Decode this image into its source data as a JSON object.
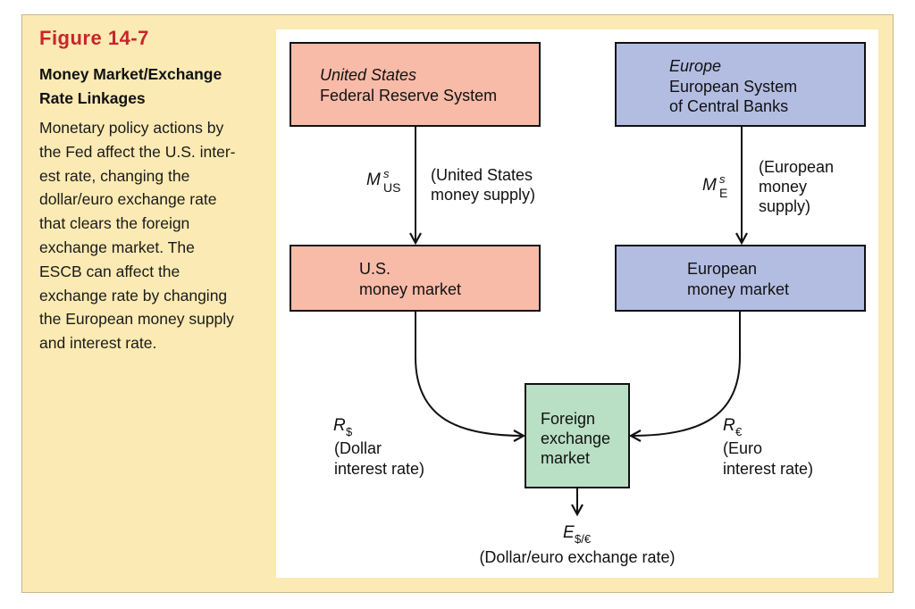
{
  "caption": {
    "figure_number": "Figure 14-7",
    "title_line1": "Money Market/Exchange",
    "title_line2": "Rate Linkages",
    "text_lines": [
      "Monetary policy actions by",
      "the Fed affect the U.S. inter-",
      "est rate, changing the",
      "dollar/euro exchange rate",
      "that clears the foreign",
      "exchange market. The",
      "ESCB can affect the",
      "exchange rate by changing",
      "the European money supply",
      "and interest rate."
    ]
  },
  "colors": {
    "frame_bg": "#fbeab3",
    "us_box": "#f8bba8",
    "europe_box": "#b3bde2",
    "fx_box": "#b9dfc4",
    "figure_red": "#c8252b"
  },
  "diagram": {
    "us_fed": {
      "region": "United States",
      "name": "Federal Reserve System"
    },
    "europe_escb": {
      "region": "Europe",
      "name_line1": "European System",
      "name_line2": "of Central Banks"
    },
    "us_supply": {
      "symbol": "M",
      "sup": "s",
      "sub": "US",
      "desc_line1": "(United States",
      "desc_line2": "money supply)"
    },
    "eu_supply": {
      "symbol": "M",
      "sup": "s",
      "sub": "E",
      "desc_line1": "(European",
      "desc_line2": "money",
      "desc_line3": "supply)"
    },
    "us_money_market": {
      "line1": "U.S.",
      "line2": "money market"
    },
    "eu_money_market": {
      "line1": "European",
      "line2": "money market"
    },
    "us_rate": {
      "symbol": "R",
      "sub": "$",
      "desc_line1": "(Dollar",
      "desc_line2": "interest rate)"
    },
    "eu_rate": {
      "symbol": "R",
      "sub": "€",
      "desc_line1": "(Euro",
      "desc_line2": "interest rate)"
    },
    "fx_market": {
      "line1": "Foreign",
      "line2": "exchange",
      "line3": "market"
    },
    "exchange_rate": {
      "symbol": "E",
      "sub": "$/€",
      "desc": "(Dollar/euro exchange rate)"
    }
  }
}
